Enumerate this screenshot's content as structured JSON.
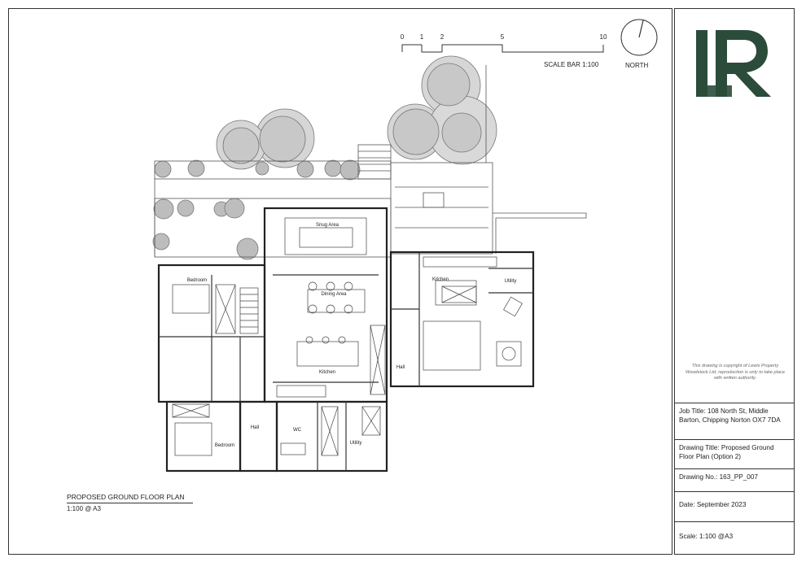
{
  "scale_bar": {
    "ticks": [
      "0",
      "1",
      "2",
      "5",
      "10"
    ],
    "caption": "SCALE BAR 1:100"
  },
  "north": {
    "label": "NORTH"
  },
  "plan": {
    "title": "PROPOSED GROUND FLOOR PLAN",
    "scale": "1:100 @ A3",
    "rooms": {
      "snug": "Snug Area",
      "dining": "Dining Area",
      "kitchen_main": "Kitchen",
      "bedroom_top": "Bedroom",
      "bedroom_bottom": "Bedroom",
      "hall_left": "Hall",
      "wc": "WC",
      "utility_bottom": "Utility",
      "kitchen_annex": "Kitchen",
      "utility_annex": "Utility",
      "hall_annex": "Hall"
    }
  },
  "title_block": {
    "logo_letters": "LR",
    "copyright": "This drawing is copyright of Lewis Property Woodstock Ltd, reproduction is only to take place with written authority.",
    "job_title": "Job Title:  108 North St, Middle Barton, Chipping Norton OX7 7DA",
    "drawing_title": "Drawing Title: Proposed Ground Floor Plan (Option 2)",
    "drawing_no": "Drawing No.: 163_PP_007",
    "date": "Date: September 2023",
    "scale": "Scale:  1:100 @A3"
  },
  "colors": {
    "logo": "#2b4c3a",
    "line": "#333333",
    "tree_fill": "#c9c9c9"
  }
}
